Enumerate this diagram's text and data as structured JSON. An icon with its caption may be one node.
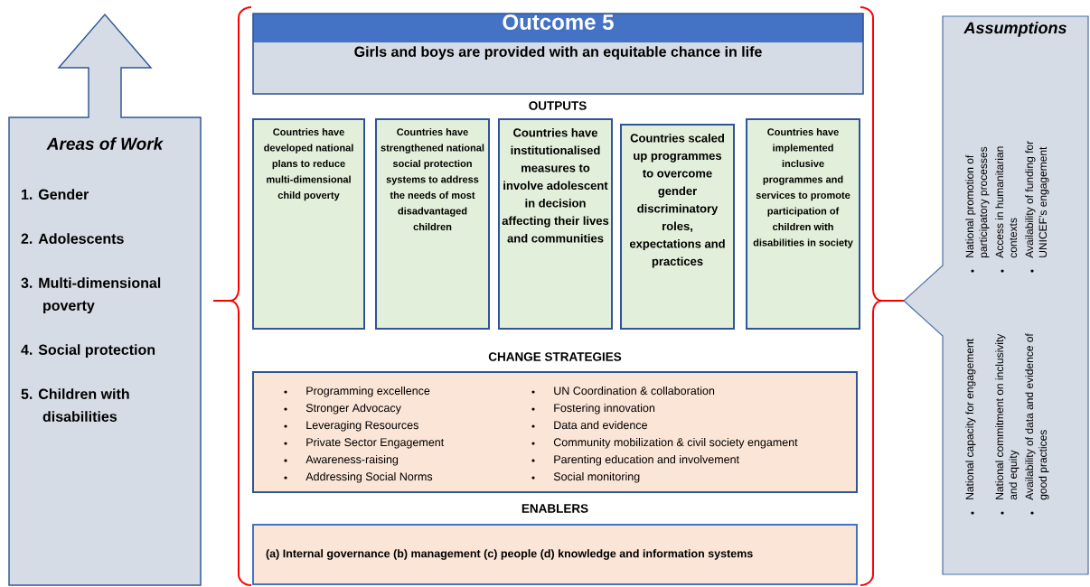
{
  "diagram": {
    "nodes": [
      {
        "text": [
          "Areas of Work",
          "1. Gender",
          "2. Adolescents",
          "3. Multi-dimensional poverty",
          "4. Social protection",
          "5. Children with disabilities"
        ]
      },
      {
        "text": [
          "Outcome 5",
          "Girls and boys are provided with an equitable chance in life"
        ]
      },
      {
        "text": [
          "Countries have developed national plans to reduce multi-dimensional child poverty"
        ]
      },
      {
        "text": [
          "Countries have strengthened national social protection systems to address the needs of most disadvantaged children"
        ]
      },
      {
        "text": [
          "Countries have institutionalised measures to involve adolescent in decision affecting their lives and communities"
        ]
      },
      {
        "text": [
          "Countries scaled up programmes to overcome gender discriminatory roles, expectations and practices"
        ]
      },
      {
        "text": [
          "Countries have implemented inclusive programmes and services to promote participation of children with disabilities in society"
        ]
      },
      {
        "text": [
          "CHANGE STRATEGIES",
          "Programming excellence",
          "Stronger Advocacy",
          "Leveraging Resources",
          "Private Sector Engagement",
          "Awareness-raising",
          "Addressing Social Norms",
          "UN Coordination & collaboration",
          "Fostering innovation",
          "Data and evidence",
          "Community mobilization & civil society engament",
          "Parenting education and involvement",
          "Social monitoring"
        ]
      },
      {
        "text": [
          "ENABLERS",
          "(a) Internal governance (b) management (c) people (d) knowledge and information systems"
        ]
      },
      {
        "text": [
          "Assumptions",
          "National promotion of participatory processes",
          "Access in humanitarian contexts",
          "Availability of funding for UNICEF’s engagement",
          "National capacity for engagement",
          "National commitment on inclusivity and equity",
          "Availability of data and evidence of good practices"
        ]
      }
    ],
    "labels": [
      "OUTPUTS"
    ]
  }
}
